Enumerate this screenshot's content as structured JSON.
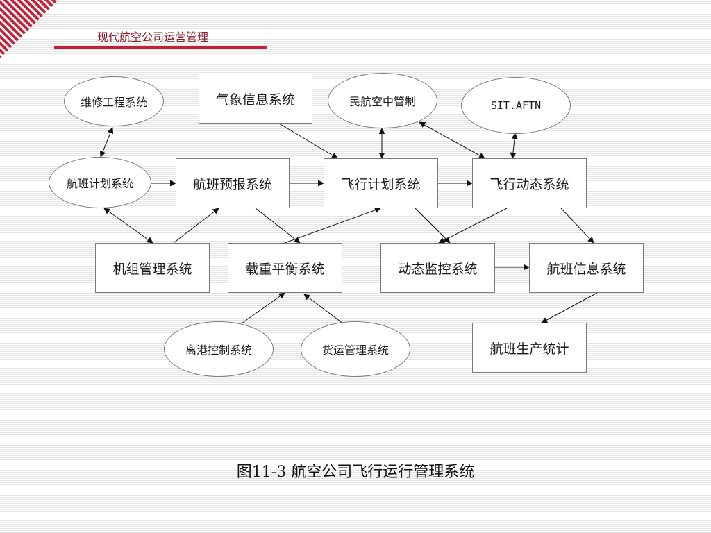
{
  "header": {
    "title": "现代航空公司运营管理"
  },
  "diagram": {
    "nodes": {
      "maintenance": "维修工程系统",
      "weather": "气象信息系统",
      "civil_atc": "民航空中管制",
      "sita_aftn": "SIT.AFTN",
      "flight_schedule": "航班计划系统",
      "flight_forecast": "航班预报系统",
      "flight_plan": "飞行计划系统",
      "flight_dynamics": "飞行动态系统",
      "crew_mgmt": "机组管理系统",
      "load_balance": "载重平衡系统",
      "dynamic_monitor": "动态监控系统",
      "flight_info": "航班信息系统",
      "departure_ctrl": "离港控制系统",
      "cargo_mgmt": "货运管理系统",
      "flight_stats": "航班生产统计"
    }
  },
  "caption": "图11-3 航空公司飞行运行管理系统",
  "colors": {
    "accent": "#c0223a",
    "header_text": "#8b1a2b",
    "stroke": "#7a7a7a"
  }
}
